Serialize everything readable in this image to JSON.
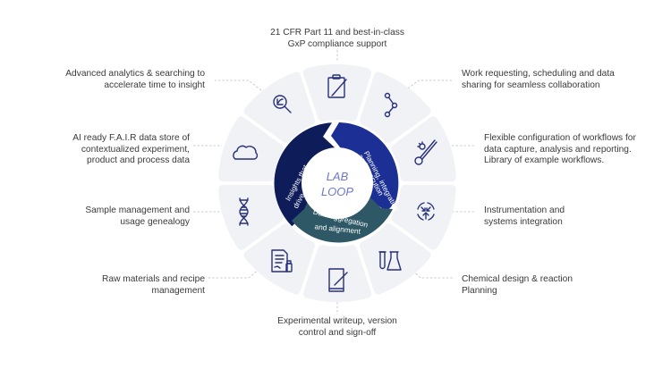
{
  "diagram": {
    "center": {
      "line1": "LAB",
      "line2": "LOOP"
    },
    "ring": [
      {
        "id": "insights",
        "text1": "Insights that",
        "text2": "drive decisions",
        "color": "#0e1d5a"
      },
      {
        "id": "planning",
        "text1": "Planning, integration",
        "text2": "and execution",
        "color": "#1b2f94"
      },
      {
        "id": "data",
        "text1": "Data aggregation",
        "text2": "and alignment",
        "color": "#2e5866"
      }
    ],
    "colors": {
      "petal": "#f1f2f5",
      "icon": "#27307a",
      "center_text": "#6f79c9",
      "leader": "#b8bccb"
    },
    "features": [
      {
        "icon": "clipboard-pen-icon",
        "lines": [
          "21 CFR Part 11 and best-in-class",
          "GxP compliance support"
        ]
      },
      {
        "icon": "share-nodes-icon",
        "lines": [
          "Work requesting, scheduling and data",
          "sharing for seamless collaboration"
        ]
      },
      {
        "icon": "wrench-gear-icon",
        "lines": [
          "Flexible configuration of workflows for",
          "data capture, analysis and reporting.",
          "Library of example workflows."
        ]
      },
      {
        "icon": "integration-cycle-icon",
        "lines": [
          "Instrumentation and",
          "systems integration"
        ]
      },
      {
        "icon": "flask-tube-icon",
        "lines": [
          "Chemical design & reaction",
          "Planning"
        ]
      },
      {
        "icon": "notebook-pen-icon",
        "lines": [
          "Experimental writeup, version",
          "control and sign-off"
        ]
      },
      {
        "icon": "recipe-document-icon",
        "lines": [
          "Raw materials and recipe",
          "management"
        ]
      },
      {
        "icon": "dna-icon",
        "lines": [
          "Sample management and",
          "usage genealogy"
        ]
      },
      {
        "icon": "cloud-icon",
        "lines": [
          "AI ready F.A.I.R data store of",
          "contextualized experiment,",
          "product and process data"
        ]
      },
      {
        "icon": "analytics-search-icon",
        "lines": [
          "Advanced analytics & searching to",
          "accelerate time to insight"
        ]
      }
    ]
  }
}
